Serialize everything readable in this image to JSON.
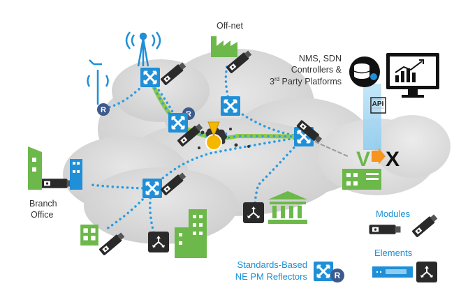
{
  "labels": {
    "offnet": "Off-net",
    "nms_line1": "NMS, SDN",
    "nms_line2": "Controllers &",
    "nms_line3_sup": "rd",
    "nms_line3_num": "3",
    "nms_line3_rest": " Party Platforms",
    "branch_line1": "Branch",
    "branch_line2": "Office",
    "modules": "Modules",
    "elements": "Elements",
    "reflectors_line1": "Standards-Based",
    "reflectors_line2": "NE PM Reflectors",
    "api": "API",
    "vcx_v": "V",
    "vcx_x": "X",
    "reflector_badge": "R"
  },
  "colors": {
    "switch_blue": "#1f8fd8",
    "module_dark": "#2a2a2a",
    "building_green": "#6cb84a",
    "cloud_gray": "#dcdcdc",
    "path_dotted_blue": "#2b9be0",
    "path_green": "#8cc84b",
    "fault_yellow": "#f5b800",
    "label_blue": "#1a8fd6",
    "reflector_badge": "#3d5a8c"
  }
}
